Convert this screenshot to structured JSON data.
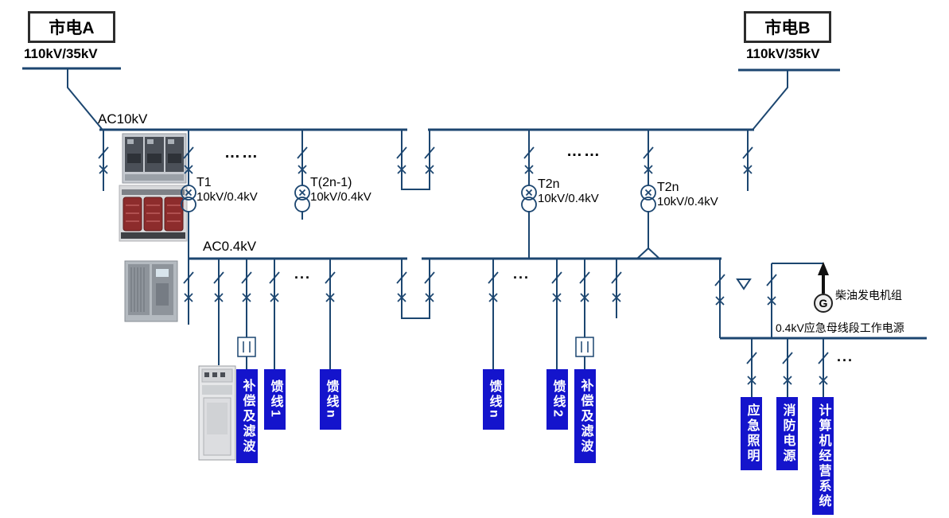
{
  "colors": {
    "line": "#1c4670",
    "feeder_label_bg": "#1414cc",
    "feeder_label_text": "#ffffff",
    "transformer_coil_red": "#8d2c2c"
  },
  "sources": {
    "a": {
      "title": "市电A",
      "voltage": "110kV/35kV"
    },
    "b": {
      "title": "市电B",
      "voltage": "110kV/35kV"
    }
  },
  "buses": {
    "hv_label": "AC10kV",
    "lv_label": "AC0.4kV",
    "emergency_note": "0.4kV应急母线段工作电源"
  },
  "transformers": [
    {
      "name": "T1",
      "ratio": "10kV/0.4kV"
    },
    {
      "name": "T(2n-1)",
      "ratio": "10kV/0.4kV"
    },
    {
      "name": "T2n",
      "ratio": "10kV/0.4kV"
    },
    {
      "name": "T2n",
      "ratio": "10kV/0.4kV"
    }
  ],
  "ellipses": {
    "hv_left": "……",
    "hv_right": "……",
    "lv_left": "...",
    "lv_right": "...",
    "emergency": "..."
  },
  "feeders": {
    "left": [
      "补偿及滤波",
      "馈线1",
      "馈线n"
    ],
    "right": [
      "馈线n",
      "馈线2",
      "补偿及滤波"
    ],
    "emergency": [
      "应急照明",
      "消防电源",
      "计算机经营系统"
    ]
  },
  "generator": {
    "symbol": "G",
    "label": "柴油发电机组"
  }
}
